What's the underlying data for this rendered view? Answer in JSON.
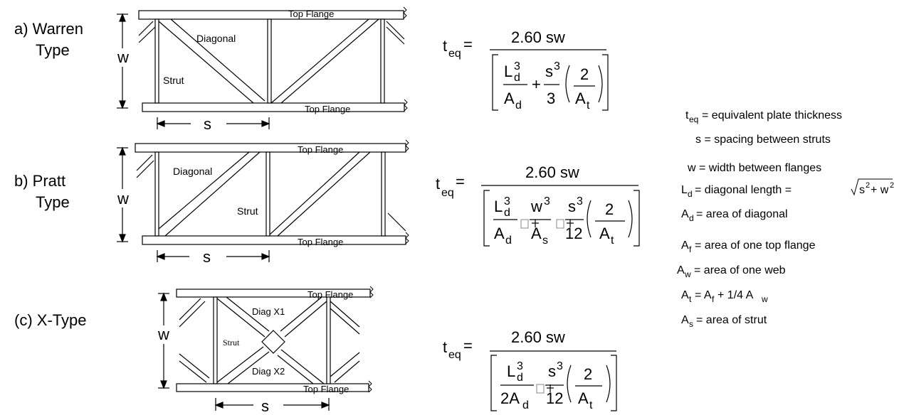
{
  "panels": [
    {
      "caption_a": "a)  Warren",
      "caption_b": "Type",
      "w_label": "w",
      "s_label": "s",
      "flange_top": "Top Flange",
      "flange_bottom": "Top Flange",
      "diagonal_label": "Diagonal",
      "strut_label": "Strut"
    },
    {
      "caption_a": "b) Pratt",
      "caption_b": "Type",
      "w_label": "w",
      "s_label": "s",
      "flange_top": "Top Flange",
      "flange_bottom": "Top Flange",
      "diagonal_label": "Diagonal",
      "strut_label": "Strut"
    },
    {
      "caption_a": "(c) X-Type",
      "w_label": "w",
      "s_label": "s",
      "flange_top": "Top Flange",
      "flange_bottom": "Top Flange",
      "diag1_label": "Diag X1",
      "diag2_label": "Diag X2",
      "strut_label": "Strut"
    }
  ],
  "formulas": [
    {
      "lhs": "t",
      "lhs_sub": "eq",
      "equals": "=",
      "numerator": "2.60 sw",
      "terms": [
        "L",
        "d",
        "3",
        "A",
        "d",
        "+",
        "s",
        "3",
        "3",
        "2",
        "A",
        "t"
      ]
    },
    {
      "lhs": "t",
      "lhs_sub": "eq",
      "equals": "=",
      "numerator": "2.60 sw",
      "terms": [
        "L",
        "d",
        "3",
        "A",
        "d",
        "w",
        "3",
        "A",
        "s",
        "s",
        "3",
        "12",
        "2",
        "A",
        "t"
      ]
    },
    {
      "lhs": "t",
      "lhs_sub": "eq",
      "equals": "=",
      "numerator": "2.60 sw",
      "terms": [
        "L",
        "d",
        "3",
        "2A",
        "d",
        "s",
        "3",
        "12",
        "2",
        "A",
        "t"
      ]
    }
  ],
  "legend": {
    "teq": "= equivalent plate thickness",
    "s": "s = spacing between struts",
    "w": "w = width between flanges",
    "Ld": "= diagonal length =",
    "Ad": "= area of diagonal",
    "Af": "= area of one top flange",
    "Aw": "= area of one web",
    "At": "= A",
    "At_tail": "+ 1/4 A",
    "As": "= area of strut"
  }
}
